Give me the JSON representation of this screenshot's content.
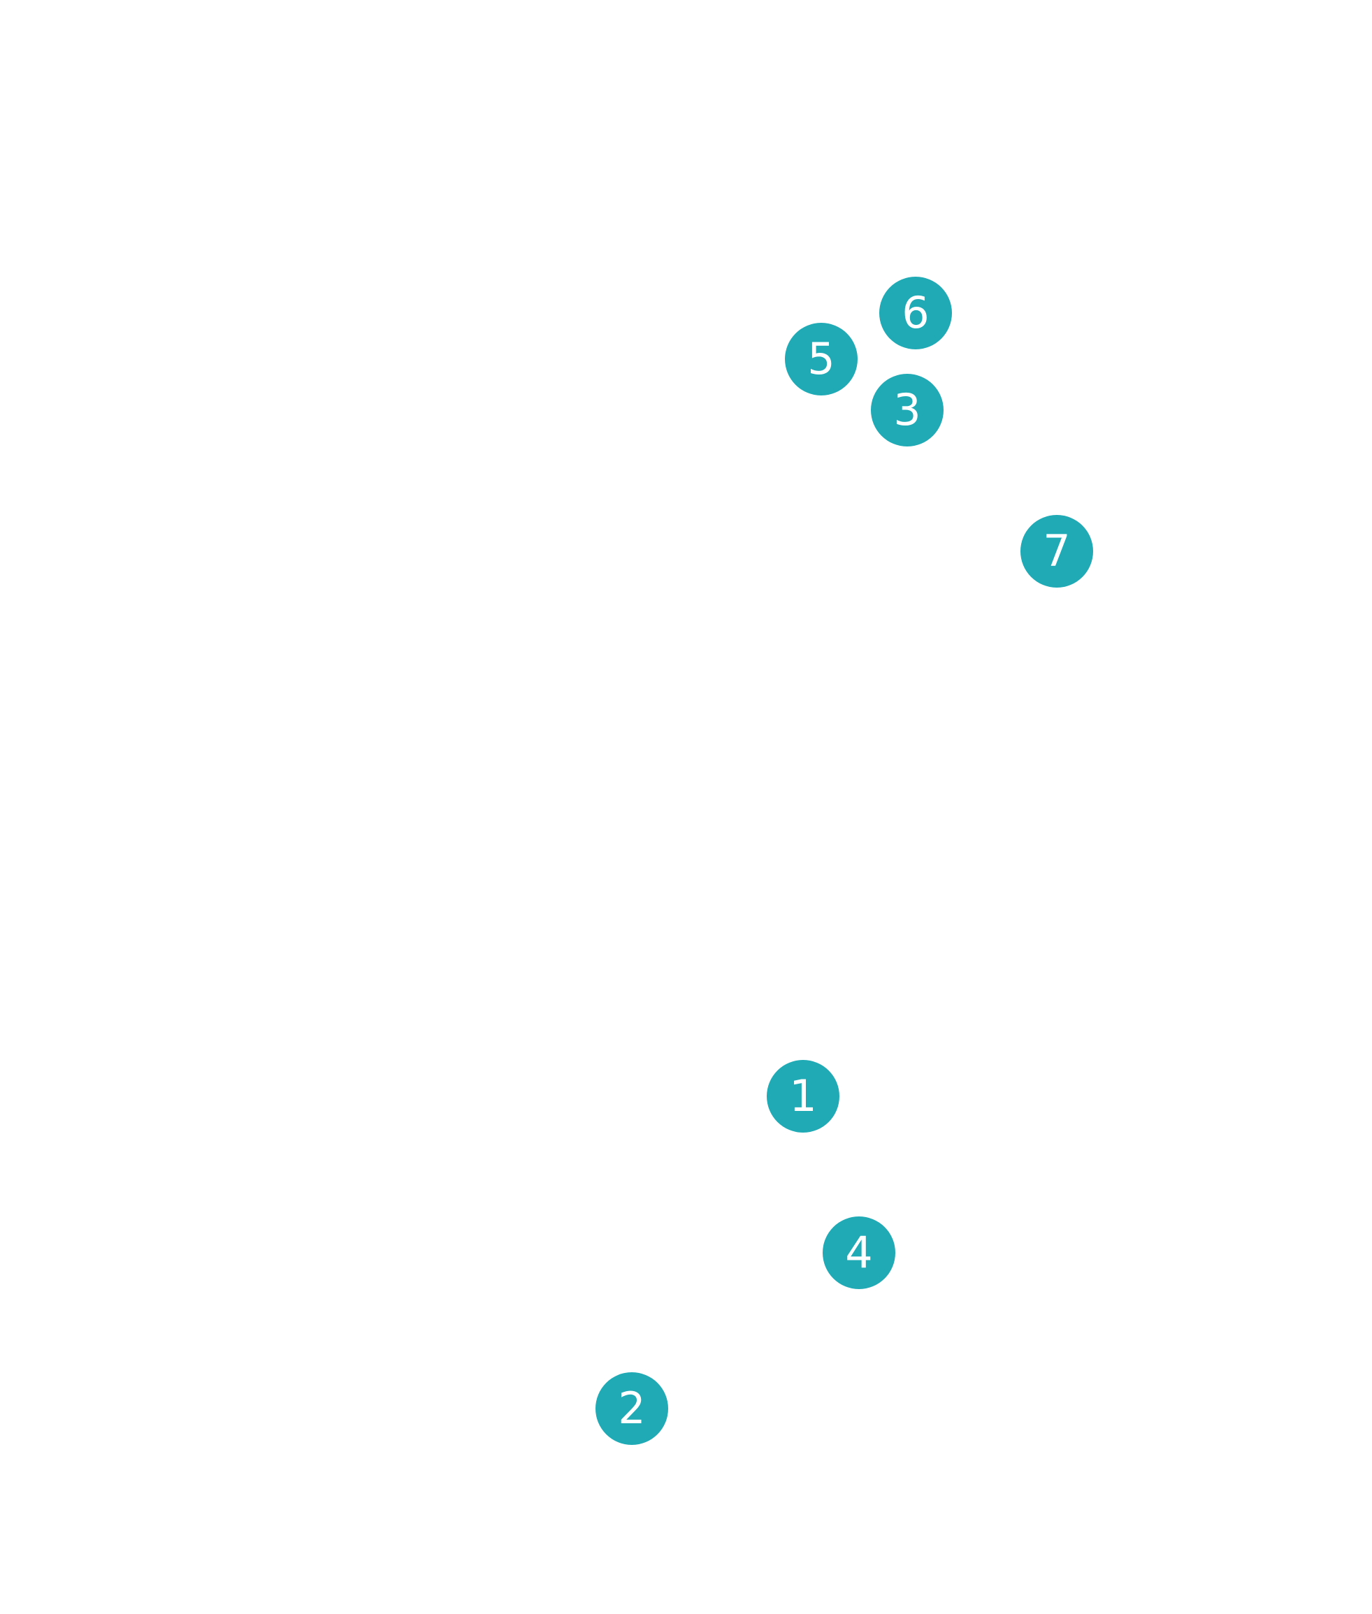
{
  "map": {
    "background_color": "#ffffff",
    "marker_color": "#1faab5",
    "marker_text_color": "#ffffff",
    "markers": [
      {
        "label": "1"
      },
      {
        "label": "2"
      },
      {
        "label": "3"
      },
      {
        "label": "4"
      },
      {
        "label": "5"
      },
      {
        "label": "6"
      },
      {
        "label": "7"
      }
    ]
  }
}
